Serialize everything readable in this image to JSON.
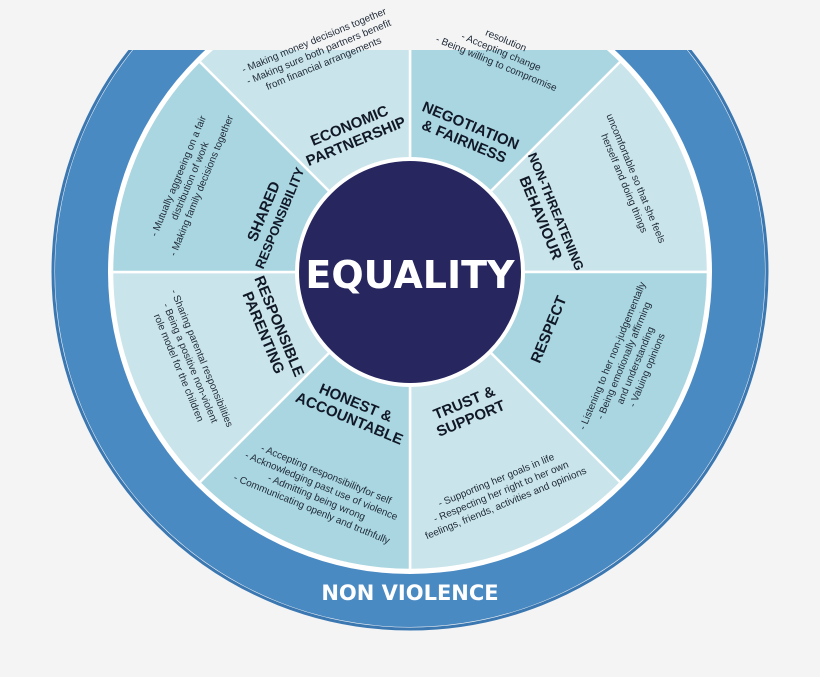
{
  "center_label": "EQUALITY",
  "outer_label": "NON VIOLENCE",
  "colors": {
    "ring": "#4a8ac3",
    "ring_edge": "#3b78b2",
    "hub": "#27265f",
    "segment_light": "#c9e4ea",
    "segment_mid": "#a9d6e1",
    "divider": "#ffffff"
  },
  "segments": [
    {
      "title": [
        "NEGOTIATION",
        "& FAIRNESS"
      ],
      "points": [
        "resolution",
        "- Accepting change",
        "- Being willing to compromise"
      ]
    },
    {
      "title": [
        "NON-THREATENING",
        "BEHAVIOUR"
      ],
      "points": [
        "uncomfortable so that she feels",
        "herself and doing things"
      ]
    },
    {
      "title": [
        "RESPECT"
      ],
      "points": [
        "- Listening to her non-judgementally",
        "- Being emotionally affirming",
        "and understanding",
        "- Valuing opinions"
      ]
    },
    {
      "title": [
        "TRUST &",
        "SUPPORT"
      ],
      "points": [
        "- Supporting her goals in life",
        "- Respecting her right to her own",
        "feelings, friends, activities and opinions"
      ]
    },
    {
      "title": [
        "HONEST &",
        "ACCOUNTABLE"
      ],
      "points": [
        "- Accepting responsibilityfor self",
        "- Acknowledging past use of violence",
        "- Admitting being wrong",
        "- Communicating openly and truthfully"
      ]
    },
    {
      "title": [
        "RESPONSIBLE",
        "PARENTING"
      ],
      "points": [
        "- Sharing parental responsibilities",
        "- Being a positive non-violent",
        "role model for the children"
      ]
    },
    {
      "title": [
        "SHARED",
        "RESPONSIBILITY"
      ],
      "points": [
        "- Mutually aggreeing on a fair",
        "distribution of work",
        "- Making family decisions together"
      ]
    },
    {
      "title": [
        "ECONOMIC",
        "PARTNERSHIP"
      ],
      "points": [
        "- Making money decisions together",
        "- Making sure both partners benefit",
        "from financial arrangements"
      ]
    }
  ]
}
